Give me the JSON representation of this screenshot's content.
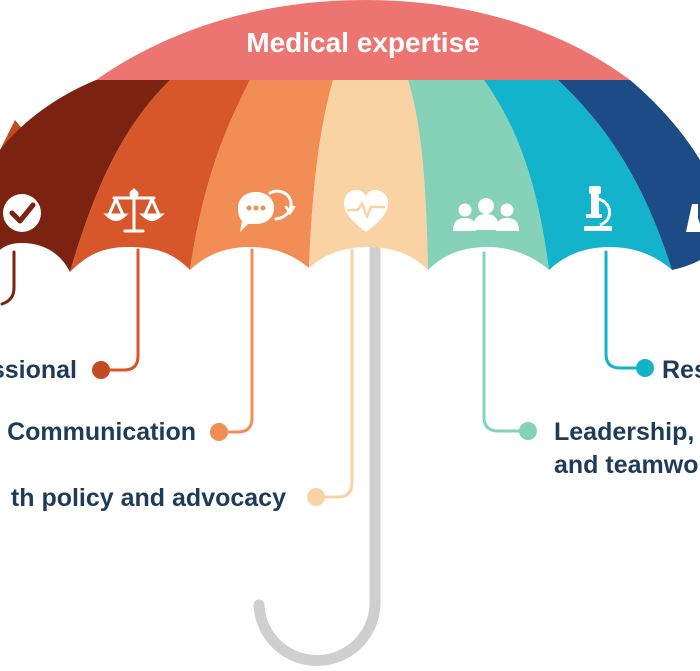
{
  "title": "Medical expertise",
  "colors": {
    "canopy_top": "#ec7471",
    "panels": [
      "#c24a24",
      "#7b2210",
      "#d8572a",
      "#f28d55",
      "#fad3a5",
      "#85d2b8",
      "#13b3cb",
      "#1d4b86"
    ],
    "handle": "#cfcfcf",
    "text": "#1e3c5a",
    "white": "#ffffff"
  },
  "labels": {
    "professional": "ssional",
    "communication": "Communication",
    "health_policy": "th policy and advocacy",
    "leadership_line1": "Leadership,",
    "leadership_line2": "and teamwo",
    "research": "Res"
  },
  "icons": [
    "check-icon",
    "scales-icon",
    "chat-bubbles-icon",
    "heart-pulse-icon",
    "team-icon",
    "microscope-icon",
    "flask-icon"
  ]
}
